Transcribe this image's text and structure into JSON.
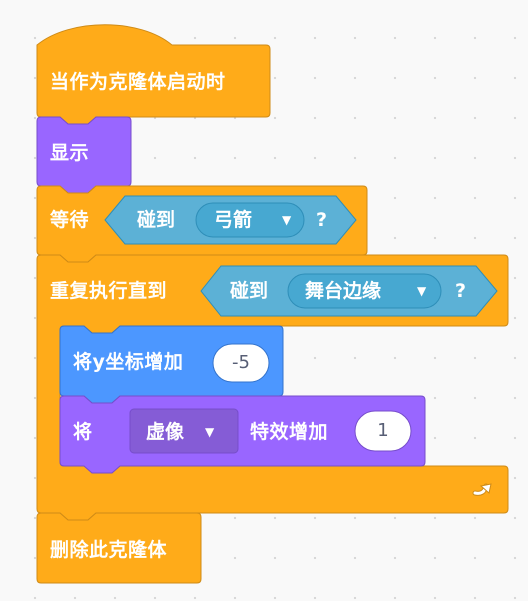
{
  "blocks": {
    "hat": {
      "label": "当作为克隆体启动时",
      "color": "#ffab19",
      "border": "#cf8b17"
    },
    "show": {
      "label": "显示",
      "color": "#9966ff",
      "border": "#774dcb"
    },
    "wait_until": {
      "label": "等待",
      "sensing_label": "碰到",
      "target": "弓箭",
      "question": "?",
      "color": "#ffab19",
      "sensing_color": "#5cb1d6",
      "sensing_dark": "#2e8eb8"
    },
    "repeat_until": {
      "label": "重复执行直到",
      "sensing_label": "碰到",
      "target": "舞台边缘",
      "question": "?",
      "color": "#ffab19",
      "loop_icon": "loop-arrow-icon"
    },
    "change_y": {
      "label": "将y坐标增加",
      "value": "-5",
      "color": "#4c97ff",
      "border": "#3373cc"
    },
    "change_effect": {
      "label_prefix": "将",
      "effect": "虚像",
      "label_suffix": "特效增加",
      "value": "1",
      "color": "#9966ff",
      "border": "#774dcb"
    },
    "delete_clone": {
      "label": "删除此克隆体",
      "color": "#ffab19",
      "border": "#cf8b17"
    }
  },
  "icons": {
    "dropdown": "dropdown-caret-icon",
    "loop": "loop-arrow-icon"
  }
}
